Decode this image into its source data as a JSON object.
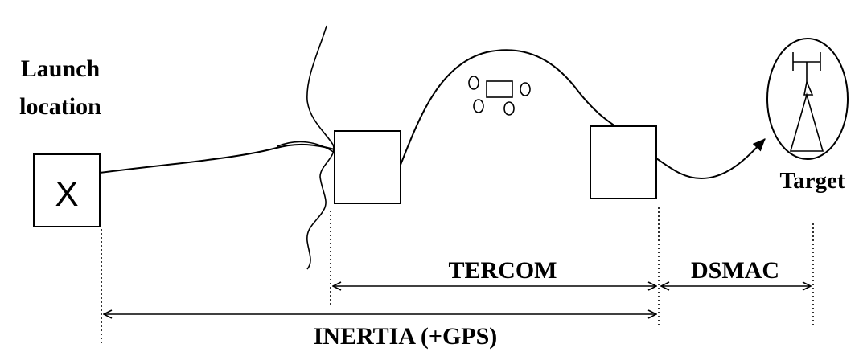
{
  "labels": {
    "launch_line1": "Launch",
    "launch_line2": "location",
    "launch_marker": "X",
    "target": "Target",
    "tercom": "TERCOM",
    "dsmac": "DSMAC",
    "inertia": "INERTIA (+GPS)"
  }
}
